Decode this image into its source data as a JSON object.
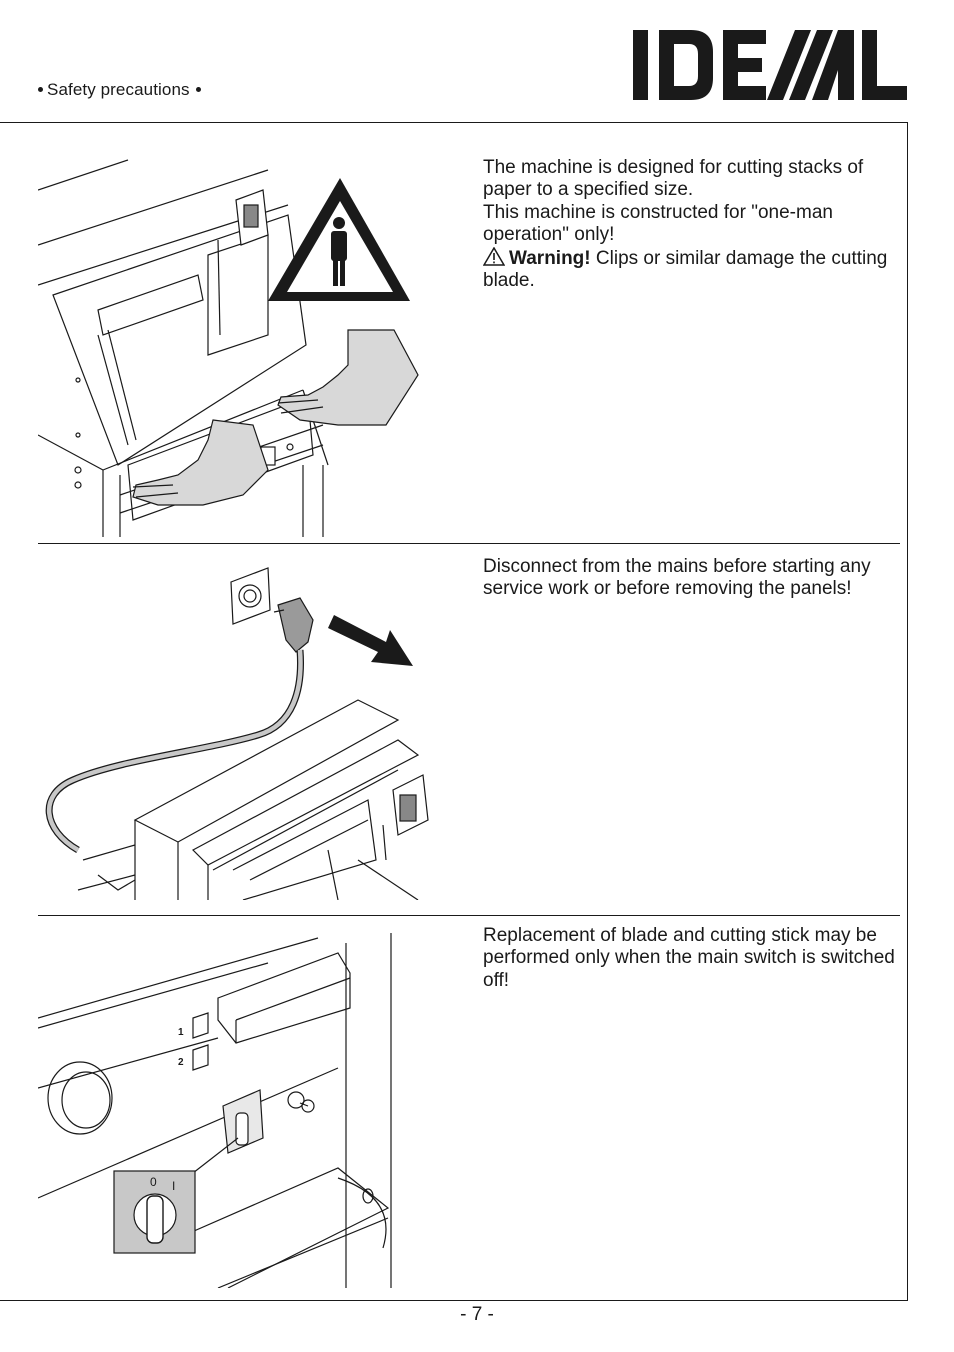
{
  "header": {
    "section_label": "Safety precautions",
    "logo_text": "IDEAL"
  },
  "sections": [
    {
      "line1": "The machine is designed for cutting stacks of paper to a specified size.",
      "line2": "This machine is constructed for \"one-man operation\" only!",
      "warning_label": "Warning!",
      "warning_text": "Clips or similar damage the cutting blade."
    },
    {
      "text": "Disconnect from the mains before starting any service work or before removing the panels!"
    },
    {
      "text": "Replacement of blade and cutting stick may be performed only when the main switch is switched off!",
      "switch_label_off": "0",
      "switch_label_on": "I",
      "indicator_1": "1",
      "indicator_2": "2"
    }
  ],
  "footer": {
    "page_number": "- 7 -"
  },
  "colors": {
    "ink": "#1a1a1a",
    "hand_fill": "#d8d8d8",
    "switch_box_fill": "#c8c8c8"
  }
}
